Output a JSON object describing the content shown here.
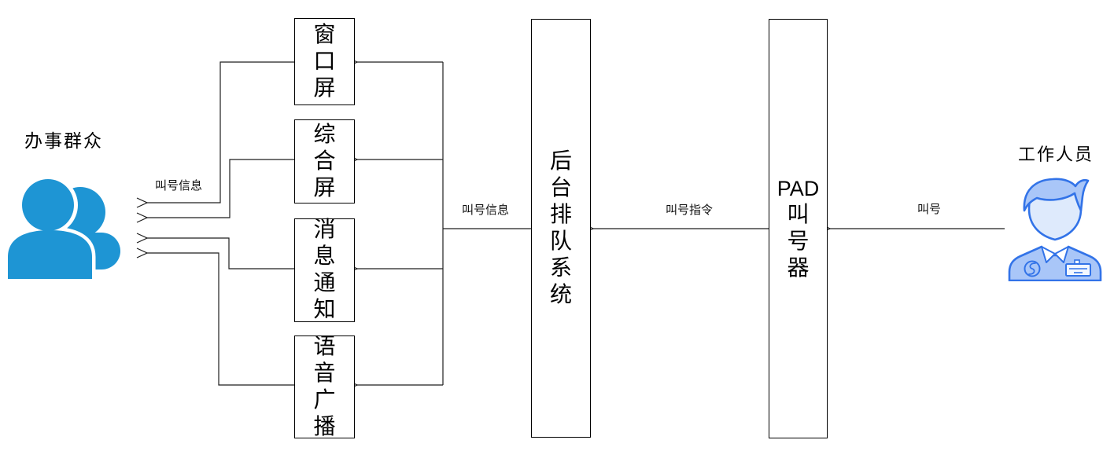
{
  "diagram": {
    "left_actor": {
      "title": "办事群众",
      "icon": "crowd-people-icon"
    },
    "right_actor": {
      "title": "工作人员",
      "icon": "worker-person-icon"
    },
    "screens": [
      {
        "label": "窗口屏"
      },
      {
        "label": "综合屏"
      },
      {
        "label": "消息通知"
      },
      {
        "label": "语音广播"
      }
    ],
    "backend": {
      "label": "后台排队系统"
    },
    "pad": {
      "line1": "PAD",
      "line2": "叫号器"
    },
    "edges": {
      "screens_to_public": "叫号信息",
      "backend_to_screens": "叫号信息",
      "pad_to_backend": "叫号指令",
      "staff_to_pad": "叫号"
    },
    "colors": {
      "crowd_blue": "#1E95D4",
      "worker_outline": "#3273E8",
      "worker_fill": "#A9C6F8",
      "worker_face": "#DEEAFC",
      "worker_badge": "#F2F7FF",
      "connector": "#1F1F1F"
    }
  }
}
